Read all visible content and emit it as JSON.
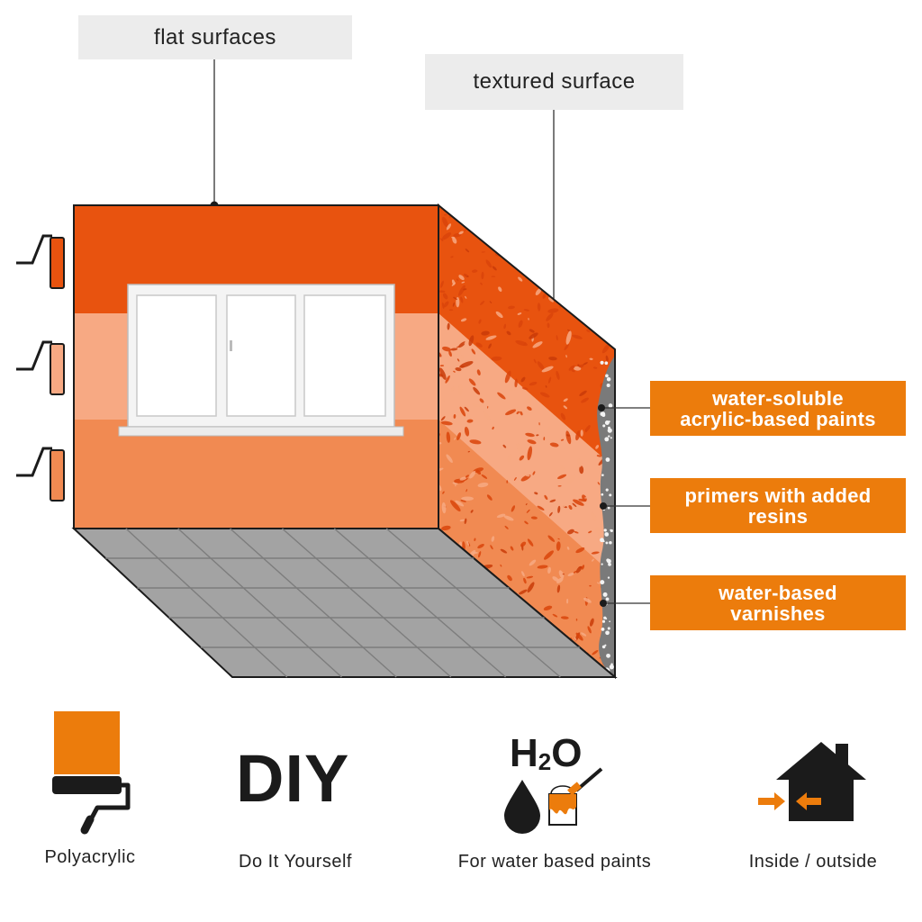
{
  "callouts": {
    "flat": "flat surfaces",
    "textured": "textured surface"
  },
  "labels": [
    {
      "line1": "water-soluble",
      "line2": "acrylic-based paints"
    },
    {
      "line1": "primers with added",
      "line2": "resins"
    },
    {
      "line1": "water-based",
      "line2": "varnishes"
    }
  ],
  "features": {
    "diy_mark": "DIY",
    "h2o_main": "H",
    "h2o_sub": "2",
    "h2o_end": "O",
    "captions": [
      "Polyacrylic",
      "Do It Yourself",
      "For water based paints",
      "Inside / outside"
    ]
  },
  "colors": {
    "orange_dark": "#e8530f",
    "orange_light": "#f7a983",
    "orange_mid": "#f18a52",
    "accent": "#ec7c0c",
    "floor": "#a3a3a3",
    "ink": "#1b1b1b"
  }
}
